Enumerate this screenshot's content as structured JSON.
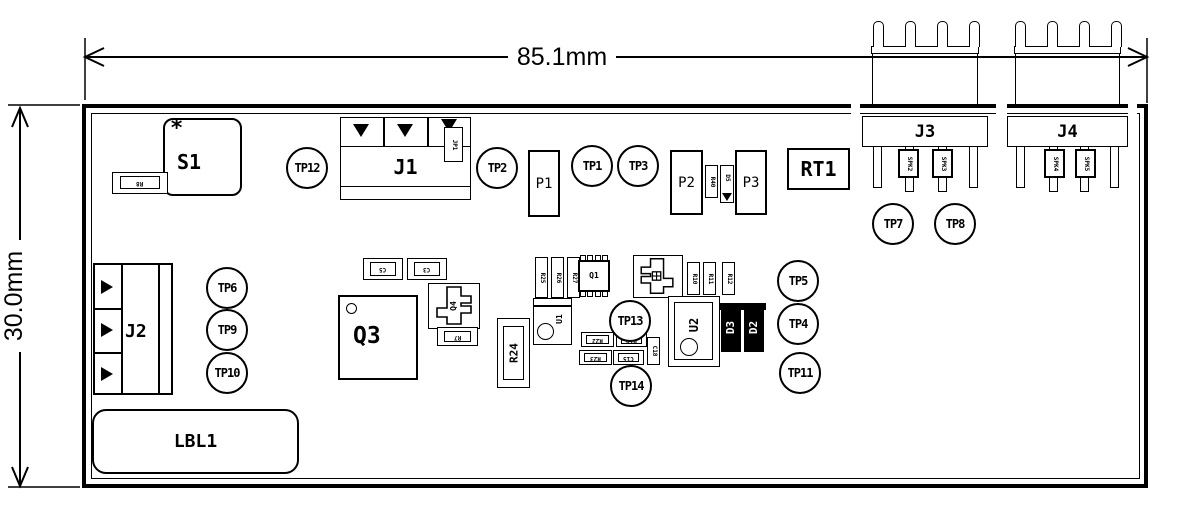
{
  "palette": {
    "ink": "#000000",
    "paper": "#ffffff"
  },
  "dimensions": {
    "width_label": "85.1mm",
    "height_label": "30.0mm"
  },
  "components": {
    "s1": "S1",
    "s1_star": "*",
    "r8": "R8",
    "j1": "J1",
    "jp1": "JP1",
    "j2": "J2",
    "j3": "J3",
    "j4": "J4",
    "tp1": "TP1",
    "tp2": "TP2",
    "tp3": "TP3",
    "tp4": "TP4",
    "tp5": "TP5",
    "tp6": "TP6",
    "tp7": "TP7",
    "tp8": "TP8",
    "tp9": "TP9",
    "tp10": "TP10",
    "tp11": "TP11",
    "tp12": "TP12",
    "tp13": "TP13",
    "tp14": "TP14",
    "p1": "P1",
    "p2": "P2",
    "p3": "P3",
    "rt1": "RT1",
    "spk2": "SPK2",
    "spk3": "SPK3",
    "spk4": "SPK4",
    "spk5": "SPK5",
    "c5": "C5",
    "c3": "C3",
    "q3": "Q3",
    "q4": "Q4",
    "r7": "R7",
    "r24": "R24",
    "u1": "U1",
    "q1": "Q1",
    "r25": "R25",
    "r26": "R26",
    "r27": "R27",
    "r10": "R10",
    "r11": "R11",
    "r12": "R12",
    "r40": "R40",
    "d5": "D5",
    "r22": "R22",
    "r19": "R19",
    "r23": "R23",
    "c15": "C15",
    "c18": "C18",
    "u2": "U2",
    "d3": "D3",
    "d2": "D2",
    "lbl1": "LBL1"
  }
}
